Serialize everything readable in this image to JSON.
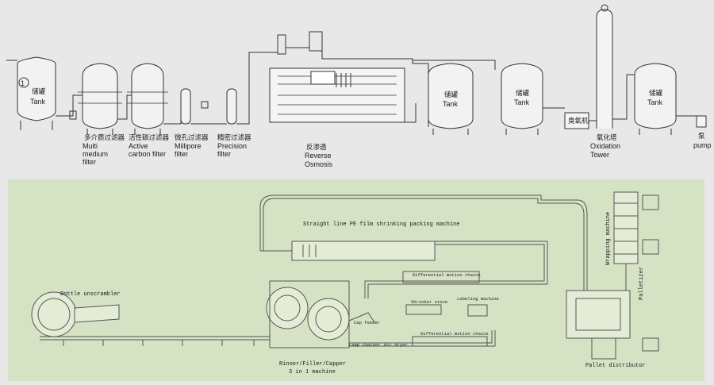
{
  "water_treatment": {
    "circle_number": "1",
    "raw_tank": {
      "zh": "储罐",
      "en": "Tank"
    },
    "multi_medium_filter": {
      "zh": "多介质过滤器",
      "en1": "Multi",
      "en2": "medium",
      "en3": "filter"
    },
    "active_carbon_filter": {
      "zh": "活性碳过滤器",
      "en1": "Active",
      "en2": "carbon filter"
    },
    "millipore_filter": {
      "zh": "微孔过滤器",
      "en1": "Millipore",
      "en2": "filter"
    },
    "precision_filter": {
      "zh": "精密过滤器",
      "en1": "Precision",
      "en2": "filter"
    },
    "reverse_osmosis": {
      "zh": "反渗透",
      "en1": "Reverse",
      "en2": "Osmosis"
    },
    "ro_tank": {
      "zh": "储罐",
      "en": "Tank"
    },
    "tank_3": {
      "zh": "储罐",
      "en": "Tank"
    },
    "ozone_generator": {
      "zh": "臭氧机"
    },
    "oxidation_tower": {
      "zh": "氧化塔",
      "en1": "Oxidation",
      "en2": "Tower"
    },
    "tank_4": {
      "zh": "储罐",
      "en": "Tank"
    },
    "pump": {
      "zh": "泵",
      "en": "pump"
    }
  },
  "bottling_line": {
    "film_shrinking": "Straight line PE film shrinking packing machine",
    "wrapping_machine": "Wrapping machine",
    "differential_chains_1": "Differential motion chains",
    "labeling_machine": "Labeling machine",
    "shrinker_stove": "Shrinker stove",
    "differential_chains_2": "Differential motion chains",
    "palletizer": "Palletizer",
    "bottle_unscrambler": "Bottle unscrambler",
    "cap_feeder": "Cap feeder",
    "lamp_checker": "Lamp checker",
    "air_dryer": "Air dryer",
    "rinser_filler_capper": "Rinser/Filler/Capper",
    "three_in_one": "3 in 1 machine",
    "pallet_distributor": "Pallet distributor"
  },
  "colors": {
    "top_background": "#e8e8e8",
    "bottom_background": "#d6e2c4",
    "line": "#333333"
  }
}
